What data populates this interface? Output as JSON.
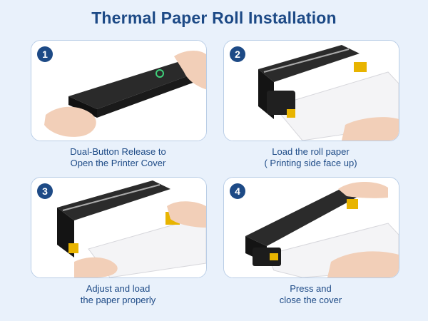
{
  "title": "Thermal Paper Roll Installation",
  "steps": [
    {
      "number": "1",
      "caption_line1": "Dual-Button Release to",
      "caption_line2": "Open the Printer Cover"
    },
    {
      "number": "2",
      "caption_line1": "Load the roll paper",
      "caption_line2": "( Printing side face up)"
    },
    {
      "number": "3",
      "caption_line1": "Adjust and load",
      "caption_line2": "the paper properly"
    },
    {
      "number": "4",
      "caption_line1": "Press and",
      "caption_line2": "close the cover"
    }
  ],
  "colors": {
    "accent": "#1d4a86",
    "background": "#e9f1fb",
    "card_border": "#b9cde6",
    "printer_body": "#1c1c1c",
    "power_led": "#3fd07a",
    "roller_accent": "#e8b400"
  }
}
